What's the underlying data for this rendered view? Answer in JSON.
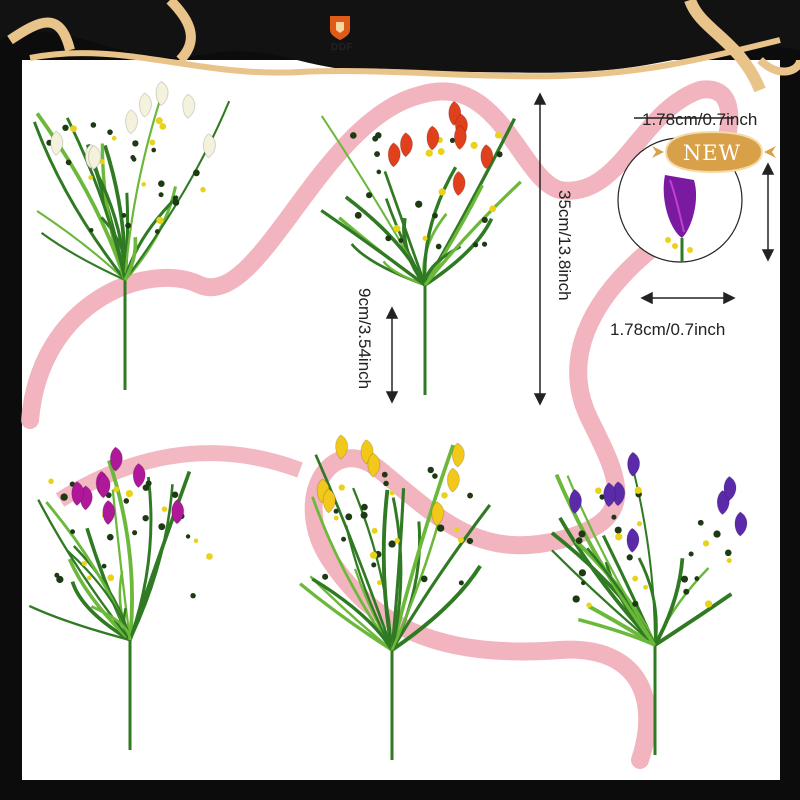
{
  "brand": {
    "logo_text": "DDF"
  },
  "badge": {
    "label": "NEW"
  },
  "dimensions": {
    "height_total": "35cm/13.8inch",
    "flower_length": "9cm/3.54inch",
    "bloom_width_top": "1.78cm/0.7inch",
    "bloom_width_bottom": "1.78cm/0.7inch"
  },
  "product": {
    "bouquets": [
      {
        "color_name": "white",
        "flower_hex": "#f4f2dc"
      },
      {
        "color_name": "red",
        "flower_hex": "#e0401c"
      },
      {
        "color_name": "purple",
        "flower_hex": "#b0189a"
      },
      {
        "color_name": "yellow",
        "flower_hex": "#f2c81a"
      },
      {
        "color_name": "blue-violet",
        "flower_hex": "#5a2aa8"
      }
    ],
    "detail_flower_hex": "#7a1aa0"
  },
  "colors": {
    "ribbon_pink": "#f0a8b4",
    "ribbon_gold": "#e8c48a",
    "stem_green": "#2f7a22",
    "berry_dark": "#1e3a14",
    "bud_yellow": "#e8d21a",
    "badge_fill": "#d9a04a"
  }
}
